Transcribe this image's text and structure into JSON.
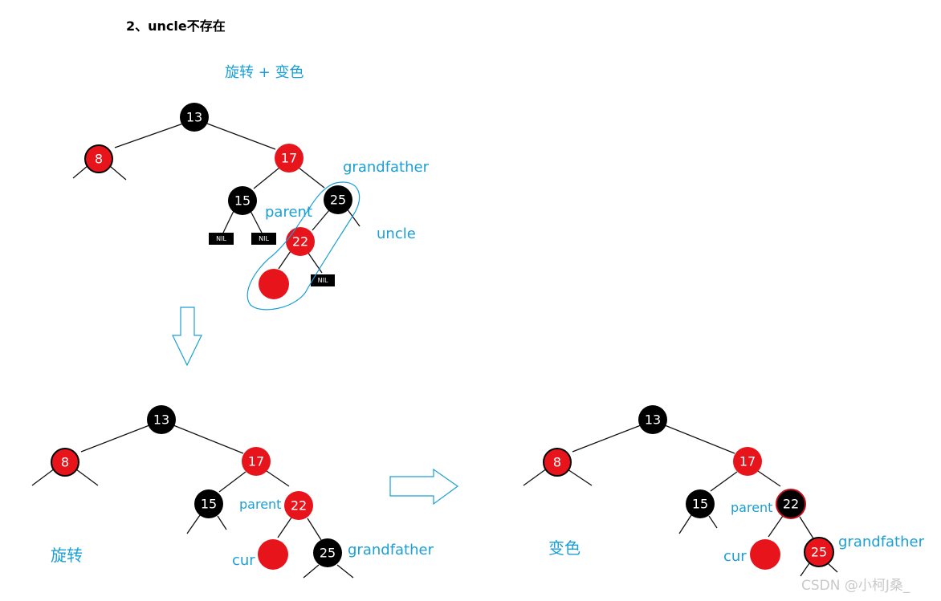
{
  "heading": "2、uncle不存在",
  "top_caption": "旋转 + 变色",
  "bottom_left_caption": "旋转",
  "bottom_right_caption": "变色",
  "labels": {
    "grandfather": "grandfather",
    "parent": "parent",
    "uncle": "uncle",
    "cur": "cur",
    "nil": "NIL"
  },
  "watermark": "CSDN @小柯J桑_",
  "colors": {
    "black_node": "#000000",
    "red_node": "#e8141c",
    "blue_text": "#1a9fd6"
  },
  "trees": {
    "before": {
      "nodes": [
        {
          "key": "13",
          "color": "black"
        },
        {
          "key": "8",
          "color": "red"
        },
        {
          "key": "17",
          "color": "red"
        },
        {
          "key": "15",
          "color": "black"
        },
        {
          "key": "25",
          "color": "black"
        },
        {
          "key": "22",
          "color": "red"
        },
        {
          "key": "",
          "color": "red"
        }
      ]
    },
    "rotated": {
      "nodes": [
        {
          "key": "13",
          "color": "black"
        },
        {
          "key": "8",
          "color": "red"
        },
        {
          "key": "17",
          "color": "red"
        },
        {
          "key": "15",
          "color": "black"
        },
        {
          "key": "22",
          "color": "red"
        },
        {
          "key": "",
          "color": "red"
        },
        {
          "key": "25",
          "color": "black"
        }
      ]
    },
    "recolored": {
      "nodes": [
        {
          "key": "13",
          "color": "black"
        },
        {
          "key": "8",
          "color": "red"
        },
        {
          "key": "17",
          "color": "red"
        },
        {
          "key": "15",
          "color": "black"
        },
        {
          "key": "22",
          "color": "black"
        },
        {
          "key": "",
          "color": "red"
        },
        {
          "key": "25",
          "color": "red"
        }
      ]
    }
  }
}
